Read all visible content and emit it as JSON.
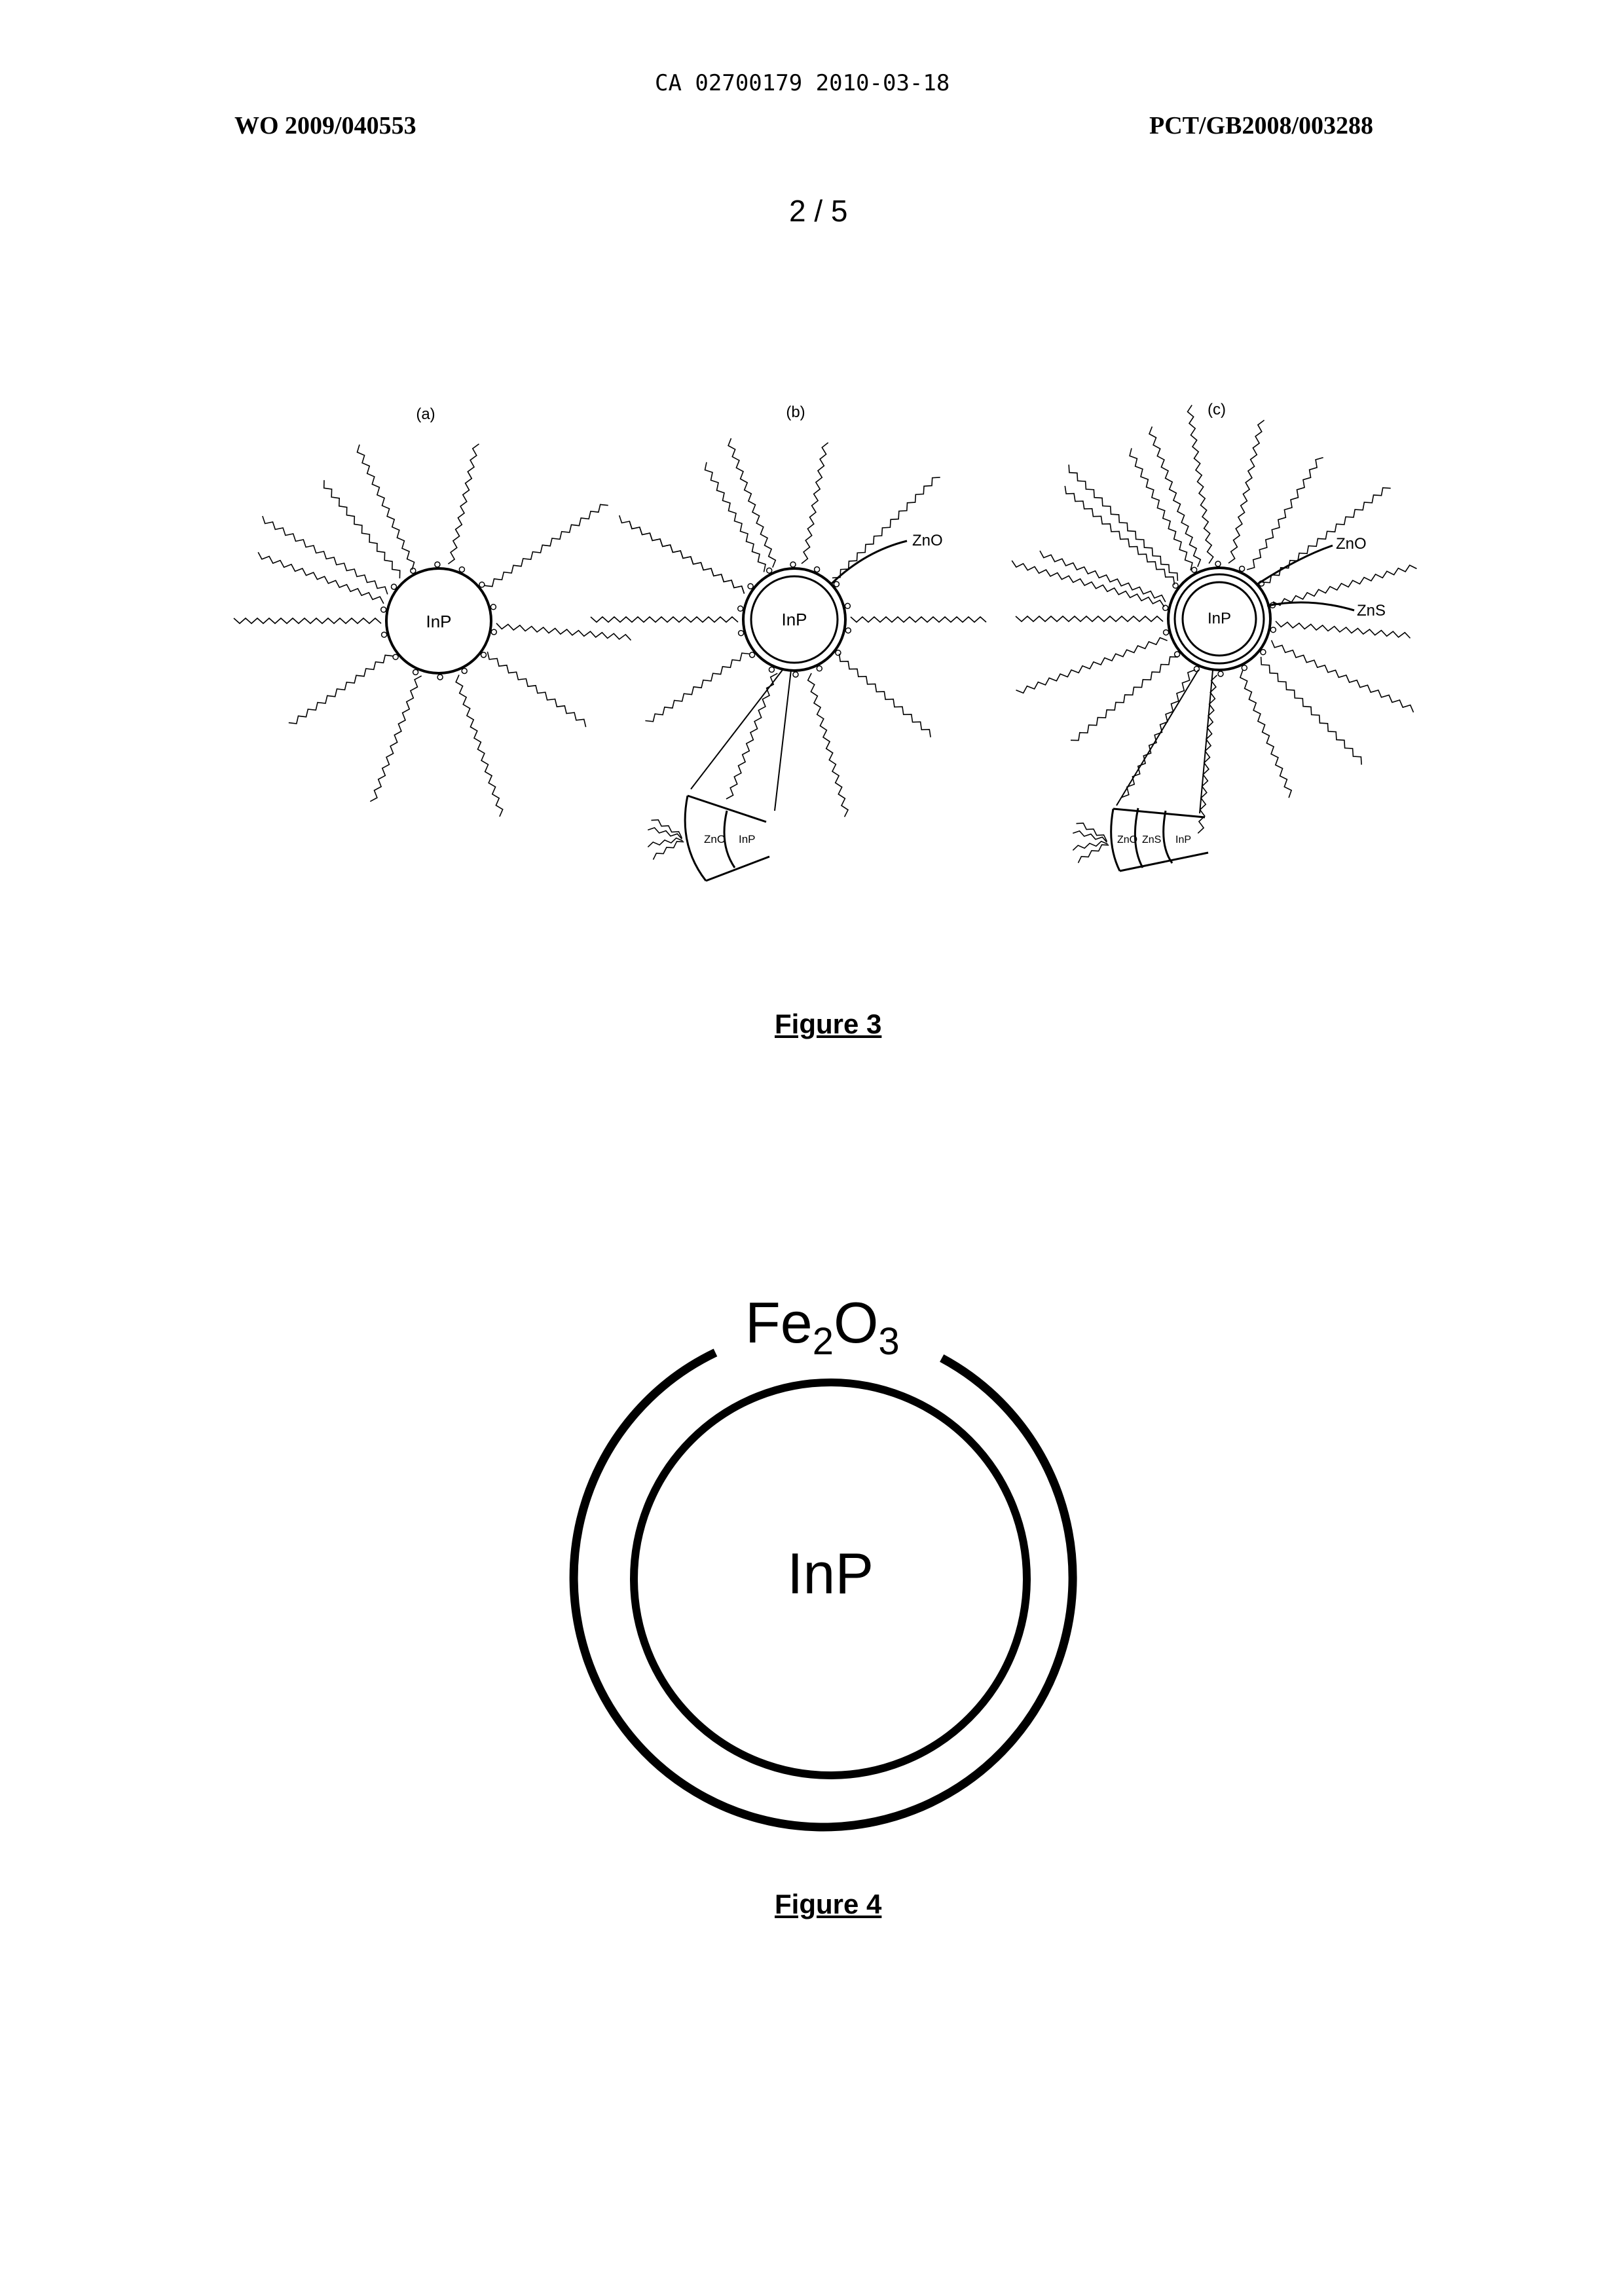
{
  "header": {
    "ca_line": "CA 02700179 2010-03-18",
    "wo_number": "WO 2009/040553",
    "pct_number": "PCT/GB2008/003288",
    "sheet": "2 / 5"
  },
  "figure3": {
    "caption": "Figure 3",
    "panels": [
      {
        "tag": "(a)",
        "core": "InP",
        "shells": [],
        "inset": []
      },
      {
        "tag": "(b)",
        "core": "InP",
        "shells": [
          "ZnO"
        ],
        "inset": [
          "ZnO",
          "InP"
        ]
      },
      {
        "tag": "(c)",
        "core": "InP",
        "shells": [
          "ZnO",
          "ZnS"
        ],
        "inset": [
          "ZnO",
          "ZnS",
          "InP"
        ]
      }
    ]
  },
  "figure4": {
    "caption": "Figure 4",
    "core": "InP",
    "shell_base": "Fe",
    "shell_sub1": "2",
    "shell_mid": "O",
    "shell_sub2": "3"
  }
}
